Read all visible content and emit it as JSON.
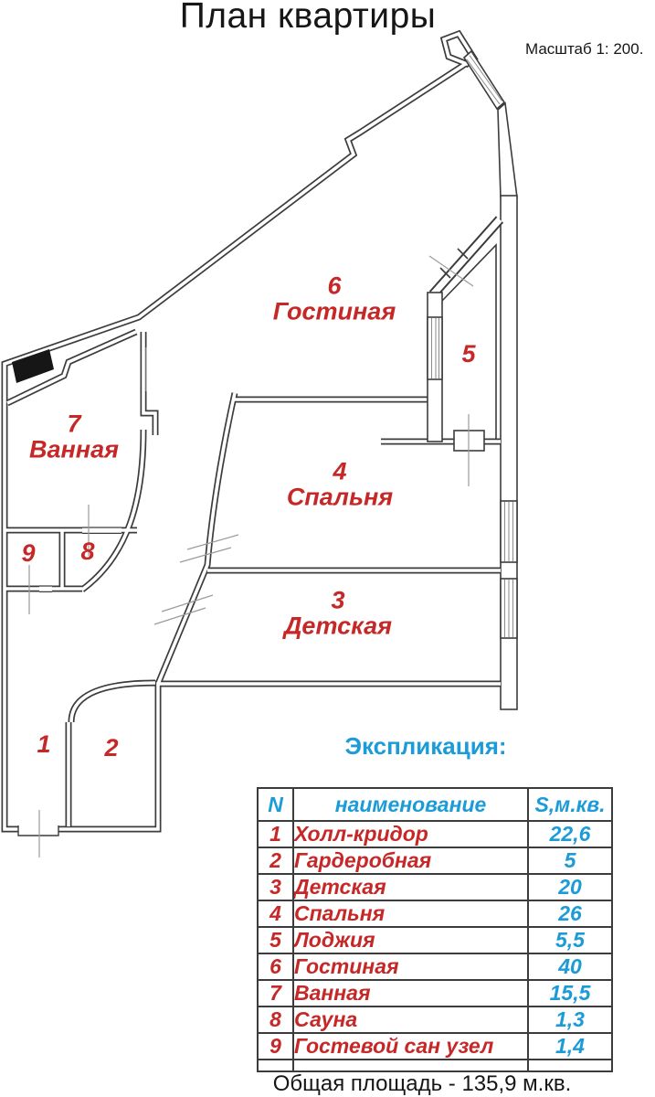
{
  "header": {
    "title": "План квартиры",
    "scale": "Масштаб 1: 200."
  },
  "plan": {
    "rooms": [
      {
        "num": "6",
        "name": "Гостиная"
      },
      {
        "num": "5",
        "name": ""
      },
      {
        "num": "7",
        "name": "Ванная"
      },
      {
        "num": "4",
        "name": "Спальня"
      },
      {
        "num": "9",
        "name": ""
      },
      {
        "num": "8",
        "name": ""
      },
      {
        "num": "3",
        "name": "Детская"
      },
      {
        "num": "1",
        "name": ""
      },
      {
        "num": "2",
        "name": ""
      }
    ]
  },
  "legend": {
    "heading": "Экспликация:",
    "columns": {
      "n": "N",
      "name": "наименование",
      "area": "S,м.кв."
    },
    "rows": [
      {
        "n": "1",
        "name": "Холл-кридор",
        "area": "22,6"
      },
      {
        "n": "2",
        "name": "Гардеробная",
        "area": "5"
      },
      {
        "n": "3",
        "name": "Детская",
        "area": "20"
      },
      {
        "n": "4",
        "name": "Спальня",
        "area": "26"
      },
      {
        "n": "5",
        "name": "Лоджия",
        "area": "5,5"
      },
      {
        "n": "6",
        "name": "Гостиная",
        "area": "40"
      },
      {
        "n": "7",
        "name": "Ванная",
        "area": "15,5"
      },
      {
        "n": "8",
        "name": "Сауна",
        "area": "1,3"
      },
      {
        "n": "9",
        "name": "Гостевой сан  узел",
        "area": "1,4"
      }
    ]
  },
  "footer": {
    "total": "Общая площадь -  135,9 м.кв."
  },
  "colors": {
    "accent_red": "#c62828",
    "accent_blue": "#1b9bd7",
    "wall": "#3c3c3c"
  }
}
